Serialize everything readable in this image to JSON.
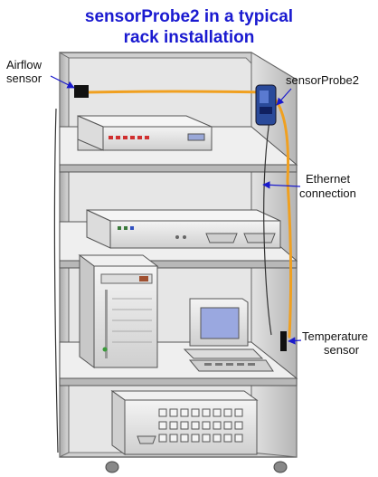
{
  "header": {
    "line1": "sensorProbe2 in a typical",
    "line2": "rack installation"
  },
  "labels": {
    "airflow_line1": "Airflow",
    "airflow_line2": "sensor",
    "probe": "sensorProbe2",
    "ethernet_line1": "Ethernet",
    "ethernet_line2": "connection",
    "temp_line1": "Temperature",
    "temp_line2": "sensor"
  },
  "colors": {
    "title": "#1a1ad0",
    "cable": "#f0a020",
    "arrow": "#1a1acc",
    "rack_frame": "#c8c8c8"
  }
}
